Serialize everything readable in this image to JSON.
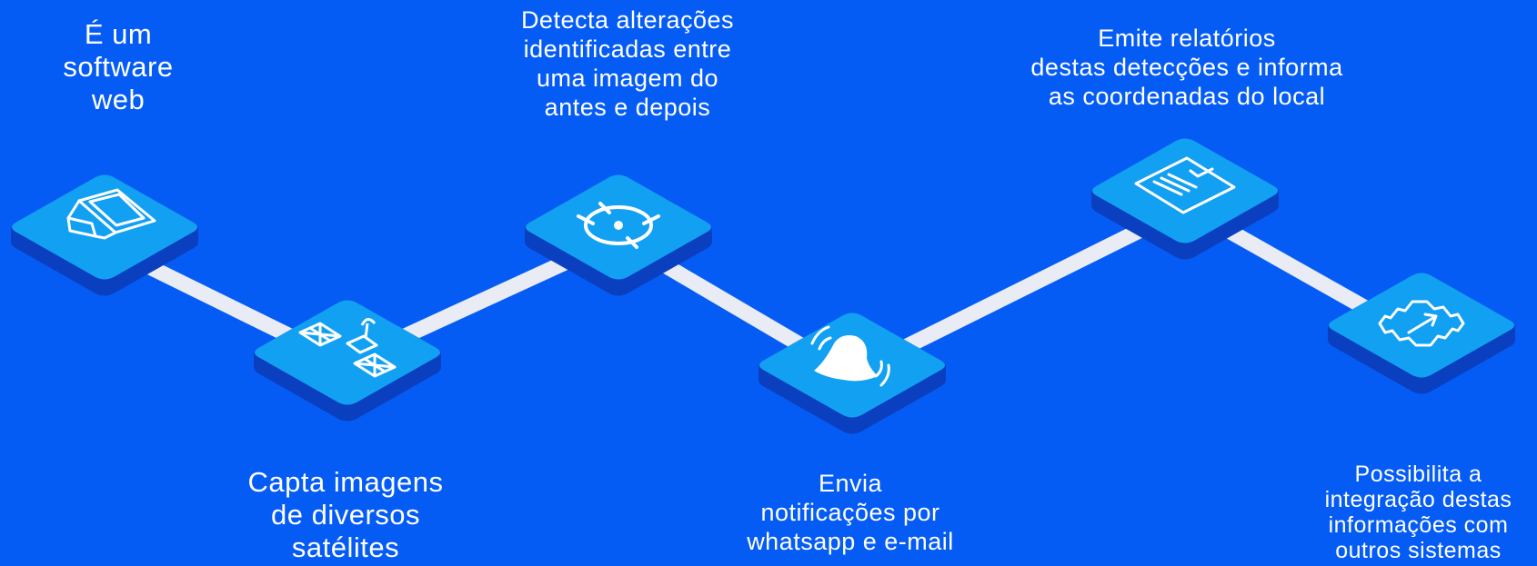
{
  "steps": [
    {
      "id": "software-web",
      "icon": "monitor-icon",
      "lines": [
        "É um",
        "software",
        "web"
      ]
    },
    {
      "id": "satellites",
      "icon": "satellite-icon",
      "lines": [
        "Capta imagens",
        "de diversos",
        "satélites"
      ]
    },
    {
      "id": "detect",
      "icon": "crosshair-icon",
      "lines": [
        "Detecta alterações",
        "identificadas entre",
        "uma imagem do",
        "antes e depois"
      ]
    },
    {
      "id": "notify",
      "icon": "bell-ringing-icon",
      "lines": [
        "Envia",
        "notificações por",
        "whatsapp e e-mail"
      ]
    },
    {
      "id": "reports",
      "icon": "report-icon",
      "lines": [
        "Emite relatórios",
        "destas detecções e informa",
        "as coordenadas do local"
      ]
    },
    {
      "id": "integration",
      "icon": "gear-integration-icon",
      "lines": [
        "Possibilita a",
        "integração destas",
        "informações com",
        "outros sistemas"
      ]
    }
  ],
  "colors": {
    "background": "#055cf5",
    "tile": "#12a0f2",
    "tile_shadow": "#0a3fbf",
    "connector": "#e9ecf4",
    "text": "#ffffff"
  }
}
